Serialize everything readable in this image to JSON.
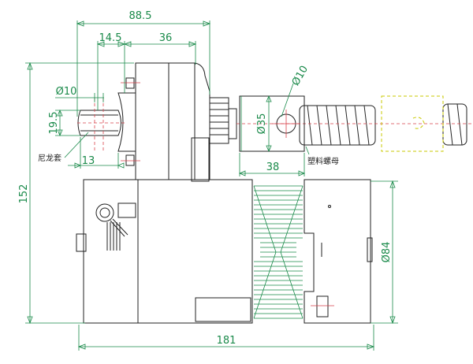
{
  "dimensions": {
    "overall_length": "181",
    "gearbox_width": "88.5",
    "output_offset": "14.5",
    "gear_span": "36",
    "pin_diameter": "Ø10",
    "sleeve_height": "19.5",
    "sleeve_width": "13",
    "overall_height": "152",
    "nut_diameter": "Ø35",
    "nut_length": "38",
    "nut_hole": "Ø10",
    "motor_diameter": "Ø84"
  },
  "labels": {
    "nylon_sleeve": "尼龙套",
    "plastic_nut": "塑料螺母"
  },
  "colors": {
    "dimension": "#1a8a4a",
    "centerline": "#d9434b",
    "outline": "#222222",
    "travel": "#c8c800"
  }
}
